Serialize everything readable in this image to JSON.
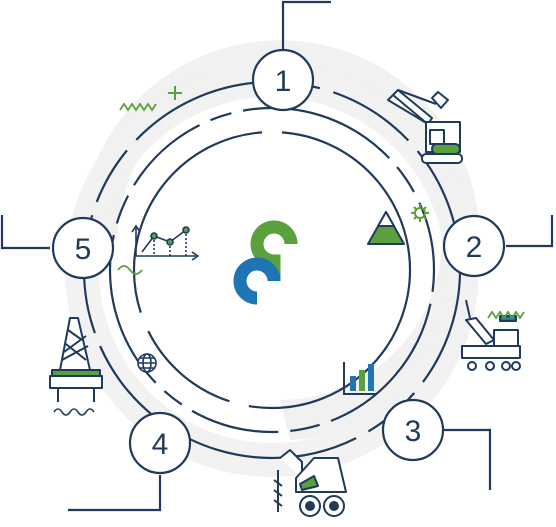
{
  "diagram": {
    "steps": [
      {
        "number": "1"
      },
      {
        "number": "2"
      },
      {
        "number": "3"
      },
      {
        "number": "4"
      },
      {
        "number": "5"
      }
    ],
    "icons": [
      "excavator-icon",
      "mountain-icon",
      "gear-icon",
      "crane-truck-icon",
      "bar-chart-icon",
      "drilling-rig-icon",
      "oil-rig-icon",
      "globe-icon",
      "line-chart-icon",
      "plus-icon",
      "wave-icon"
    ],
    "colors": {
      "navy": "#1f3a5a",
      "green": "#5aa03c",
      "blue": "#1f74b4",
      "background_ring": "#f1f1f1"
    }
  }
}
